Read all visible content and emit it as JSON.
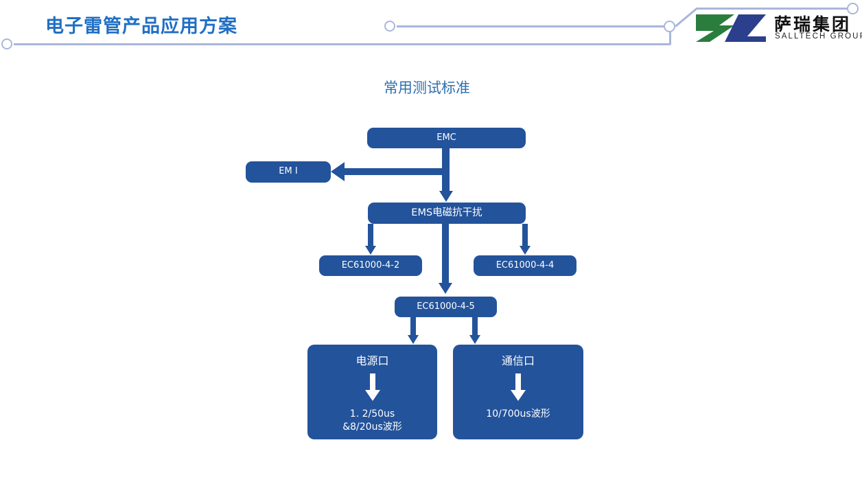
{
  "header": {
    "title": "电子雷管产品应用方案",
    "title_color": "#1F6FC4",
    "deco_color": "#A9B6DB",
    "logo": {
      "name_cn": "萨瑞集团",
      "name_en": "SALLTECH GROUP",
      "mark_green": "#2B7D3E",
      "mark_blue": "#2B3F8C"
    }
  },
  "chart_title": "常用测试标准",
  "chart_title_color": "#2F6FAF",
  "node_color": "#23539B",
  "flow": {
    "nodes": {
      "emc": "EMC",
      "emi": "EM I",
      "ems": "EMS电磁抗干扰",
      "ec_4_2": "EC61000-4-2",
      "ec_4_4": "EC61000-4-4",
      "ec_4_5": "EC61000-4-5",
      "power_port": {
        "head": "电源口",
        "line1": "1. 2/50us",
        "line2": "&8/20us波形"
      },
      "comm_port": {
        "head": "通信口",
        "line1": "10/700us波形"
      }
    }
  }
}
